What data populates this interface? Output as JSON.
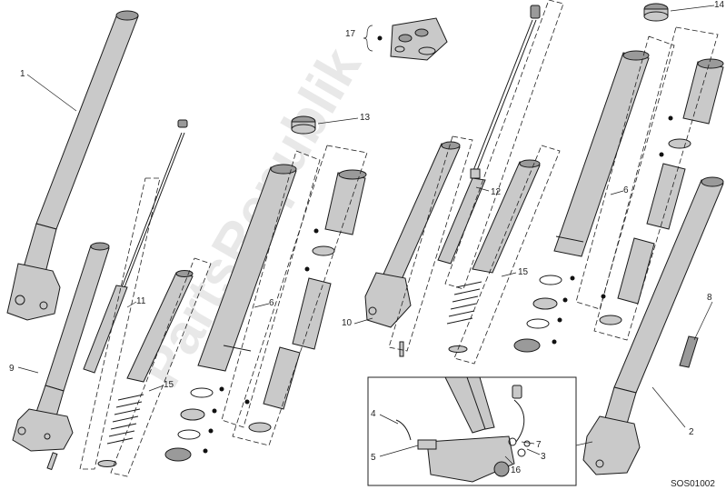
{
  "diagram": {
    "code": "SOS01002",
    "watermark": "PartsRepublik",
    "callouts": [
      {
        "id": "c1",
        "text": "1"
      },
      {
        "id": "c2",
        "text": "2"
      },
      {
        "id": "c3",
        "text": "3"
      },
      {
        "id": "c4",
        "text": "4"
      },
      {
        "id": "c5",
        "text": "5"
      },
      {
        "id": "c6a",
        "text": "6"
      },
      {
        "id": "c6b",
        "text": "6"
      },
      {
        "id": "c7",
        "text": "7"
      },
      {
        "id": "c8",
        "text": "8"
      },
      {
        "id": "c9",
        "text": "9"
      },
      {
        "id": "c10",
        "text": "10"
      },
      {
        "id": "c11",
        "text": "11"
      },
      {
        "id": "c12",
        "text": "12"
      },
      {
        "id": "c13",
        "text": "13"
      },
      {
        "id": "c14",
        "text": "14"
      },
      {
        "id": "c15a",
        "text": "15"
      },
      {
        "id": "c15b",
        "text": "15"
      },
      {
        "id": "c16",
        "text": "16"
      },
      {
        "id": "c17",
        "text": "17"
      }
    ]
  }
}
